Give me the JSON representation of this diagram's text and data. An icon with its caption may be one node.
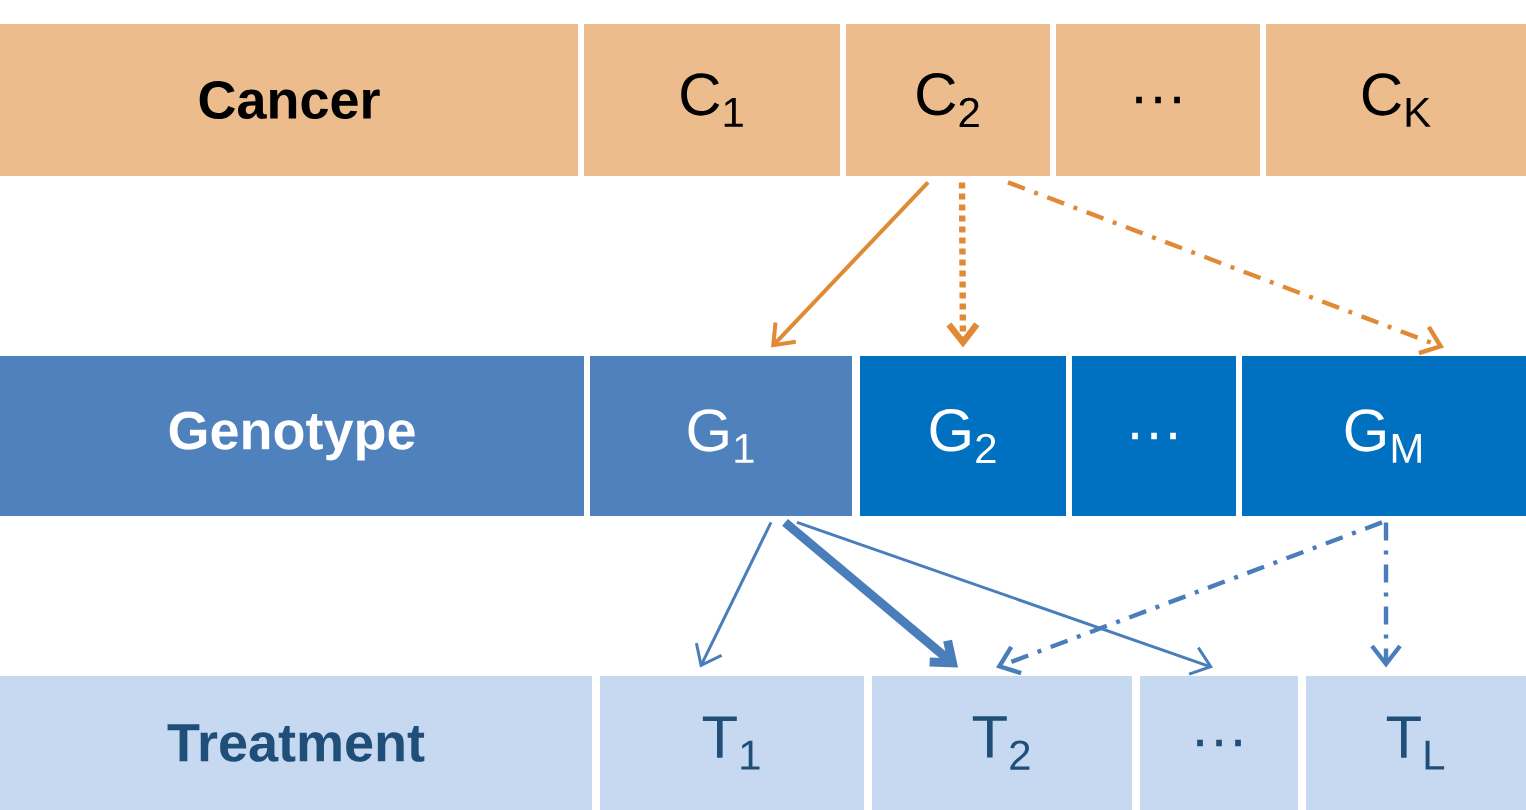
{
  "diagram": {
    "nodes": [
      {
        "text": [
          "Cancer"
        ]
      },
      {
        "text": [
          "C$_{1}$"
        ]
      },
      {
        "text": [
          "C$_{2}$"
        ]
      },
      {
        "text": [
          "…"
        ]
      },
      {
        "text": [
          "C$_{K}$"
        ]
      },
      {
        "text": [
          "Genotype"
        ]
      },
      {
        "text": [
          "G$_{1}$"
        ]
      },
      {
        "text": [
          "G$_{2}$"
        ]
      },
      {
        "text": [
          "…"
        ]
      },
      {
        "text": [
          "G$_{M}$"
        ]
      },
      {
        "text": [
          "Treatment"
        ]
      },
      {
        "text": [
          "T$_{1}$"
        ]
      },
      {
        "text": [
          "T$_{2}$"
        ]
      },
      {
        "text": [
          "…"
        ]
      },
      {
        "text": [
          "T$_{L}$"
        ]
      }
    ],
    "edges": [
      {
        "from": 2,
        "to": 6,
        "arrow": "to",
        "color": "#e08a35"
      },
      {
        "from": 2,
        "to": 7,
        "arrow": "to",
        "style": "dashed",
        "color": "#e08a35"
      },
      {
        "from": 2,
        "to": 9,
        "arrow": "to",
        "style": "dashed",
        "color": "#e08a35"
      },
      {
        "from": 6,
        "to": 11,
        "arrow": "to"
      },
      {
        "from": 6,
        "to": 12,
        "arrow": "to",
        "style": "thick"
      },
      {
        "from": 6,
        "to": 13,
        "arrow": "to"
      },
      {
        "from": 9,
        "to": 12,
        "arrow": "to",
        "style": "dashed"
      },
      {
        "from": 9,
        "to": 14,
        "arrow": "to",
        "style": "dashed"
      }
    ]
  }
}
